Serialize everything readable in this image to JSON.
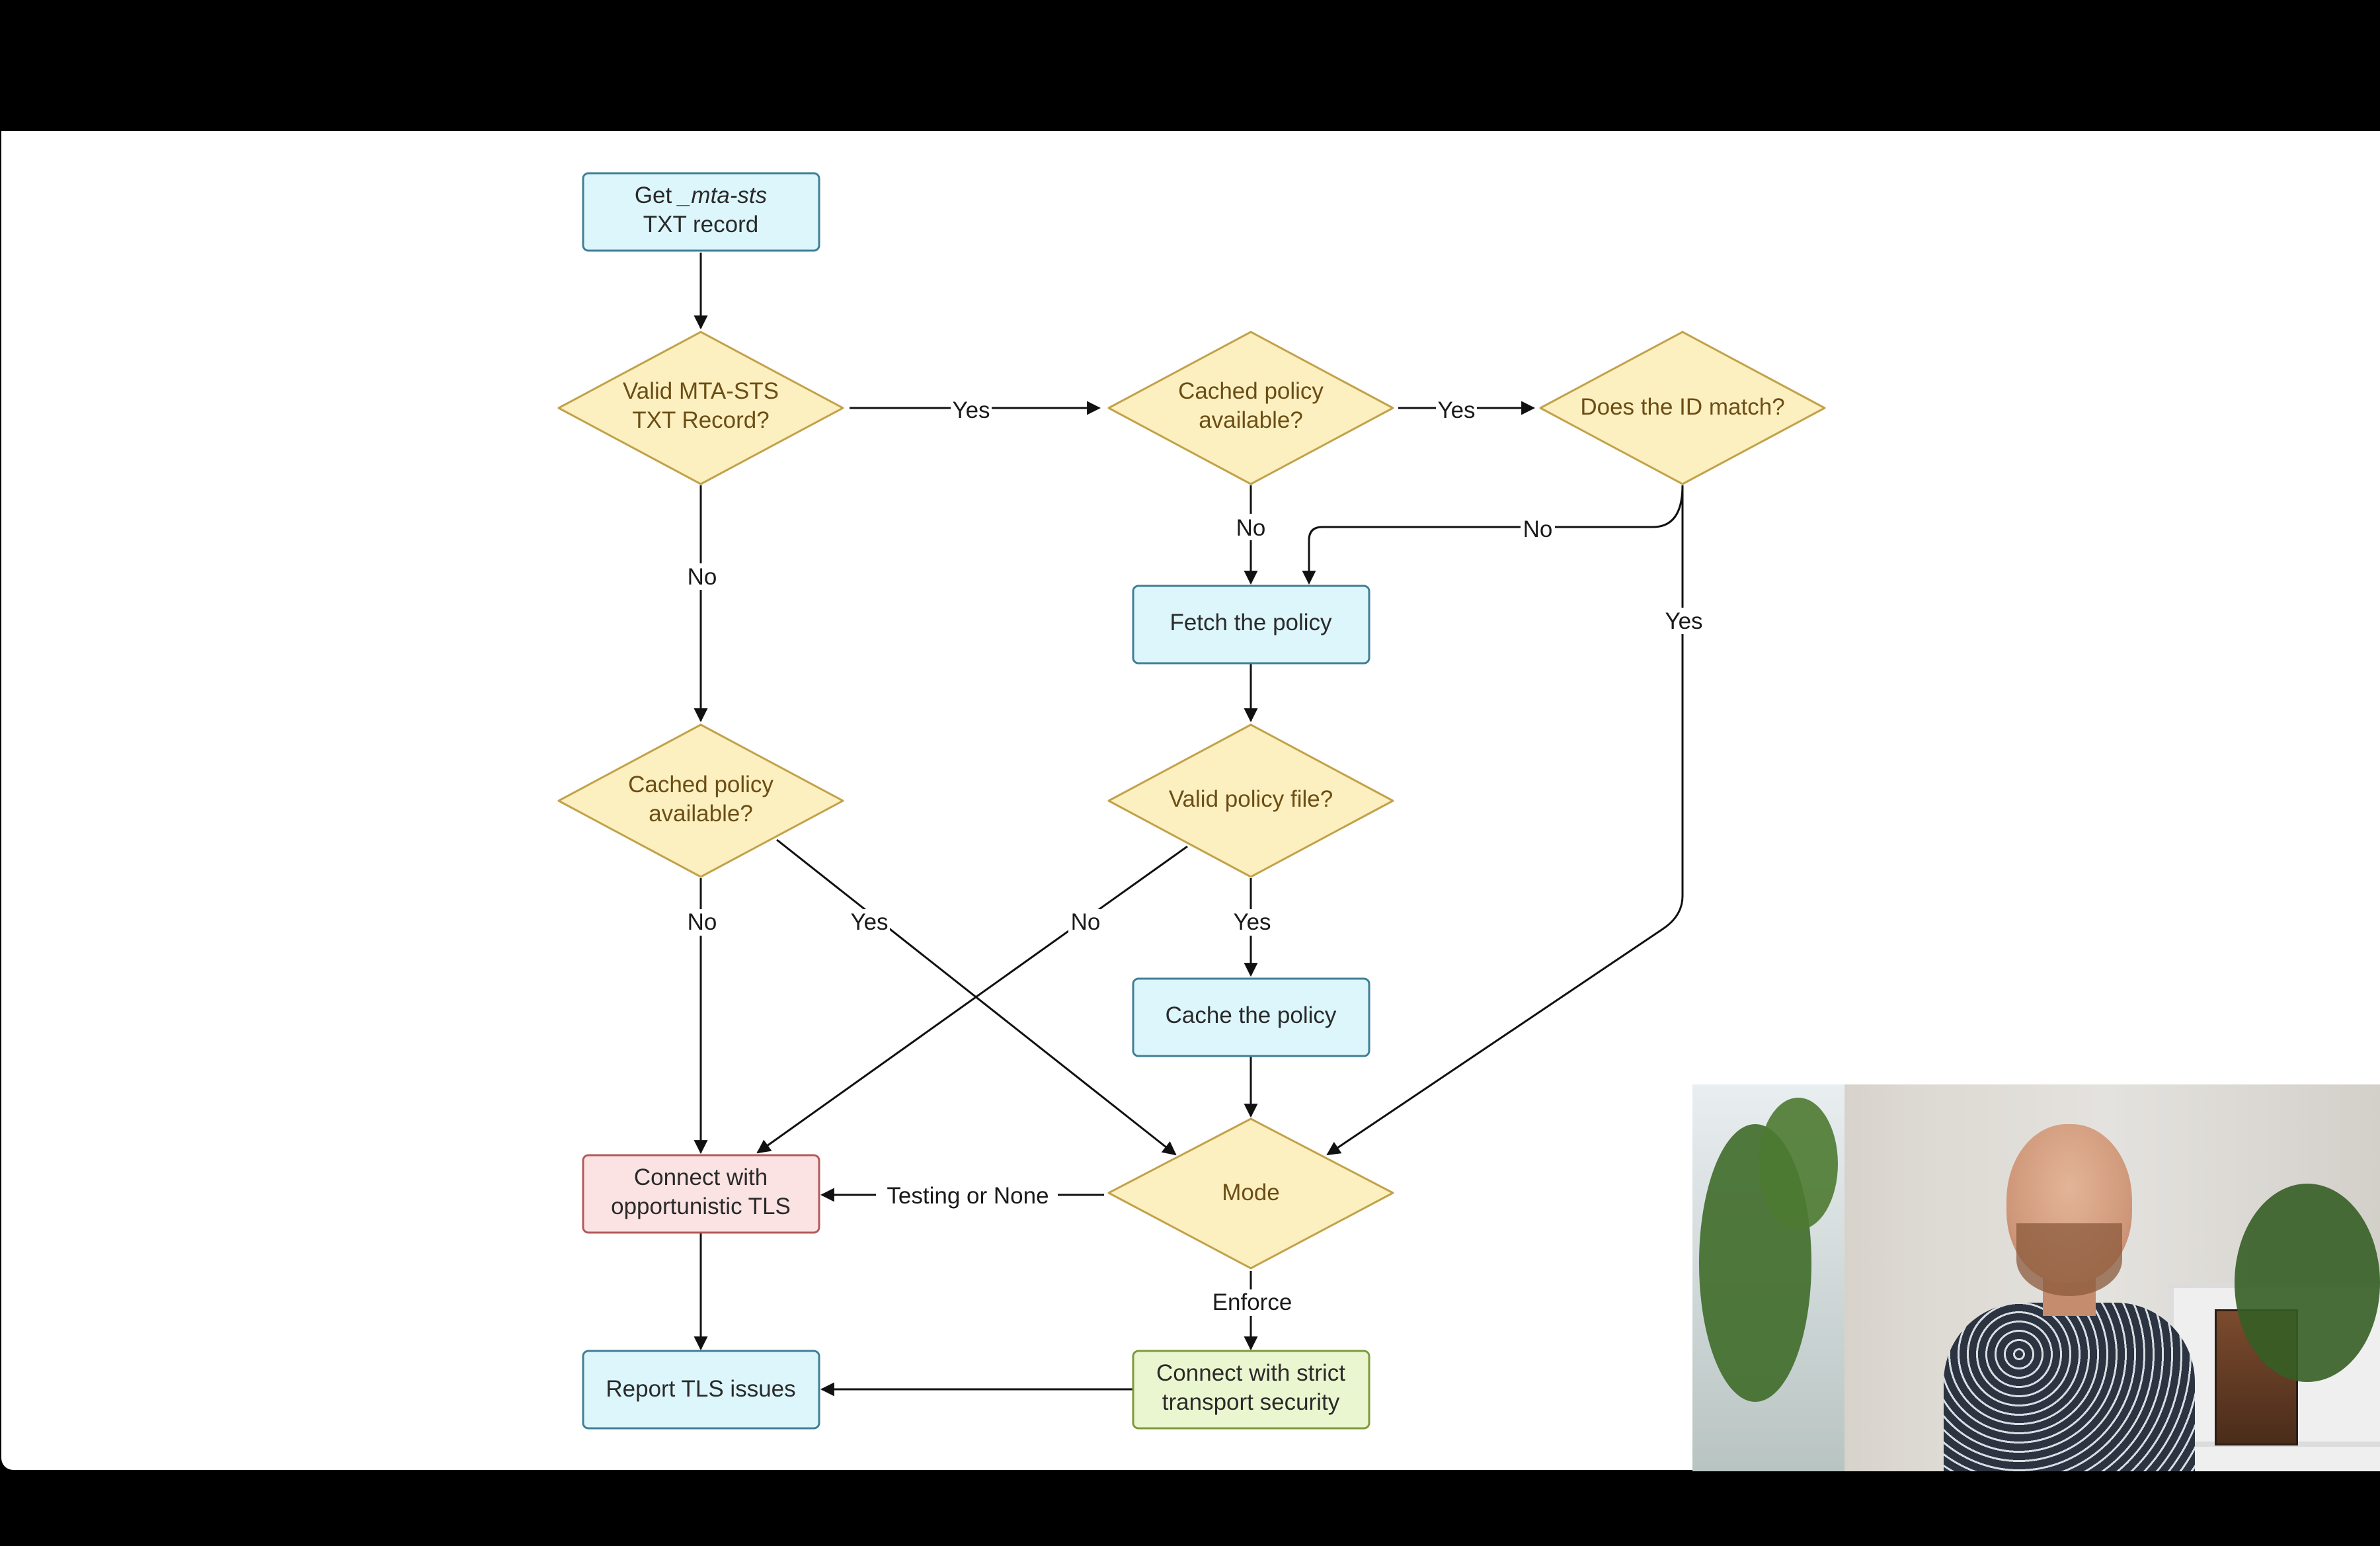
{
  "nodes": {
    "get_record": {
      "line1_prefix": "Get ",
      "line1_italic": "_mta-sts",
      "line2": "TXT record"
    },
    "valid_txt": {
      "line1": "Valid MTA-STS",
      "line2": "TXT Record?"
    },
    "cached_top": {
      "line1": "Cached policy",
      "line2": "available?"
    },
    "id_match": {
      "line1": "Does the ID match?"
    },
    "fetch": {
      "line1": "Fetch the policy"
    },
    "cached_left": {
      "line1": "Cached policy",
      "line2": "available?"
    },
    "valid_file": {
      "line1": "Valid policy file?"
    },
    "cache": {
      "line1": "Cache the policy"
    },
    "mode": {
      "line1": "Mode"
    },
    "opportunistic": {
      "line1": "Connect with",
      "line2": "opportunistic TLS"
    },
    "report": {
      "line1": "Report TLS issues"
    },
    "strict": {
      "line1": "Connect with strict",
      "line2": "transport security"
    }
  },
  "edge_labels": {
    "valid_yes": "Yes",
    "cached_top_yes": "Yes",
    "cached_top_no": "No",
    "id_no": "No",
    "id_yes": "Yes",
    "valid_no": "No",
    "cached_left_no": "No",
    "cached_left_yes": "Yes",
    "file_no": "No",
    "file_yes": "Yes",
    "mode_testing": "Testing or None",
    "mode_enforce": "Enforce"
  },
  "colors": {
    "process_fill": "#dcf6fb",
    "process_stroke": "#3f7f96",
    "decision_fill": "#fdf0c0",
    "decision_stroke": "#c2a24a",
    "warn_fill": "#fbe3e3",
    "warn_stroke": "#b25a5a",
    "ok_fill": "#eaf6cf",
    "ok_stroke": "#7d9b3a"
  },
  "webcam": {
    "icon": "presenter-video"
  }
}
